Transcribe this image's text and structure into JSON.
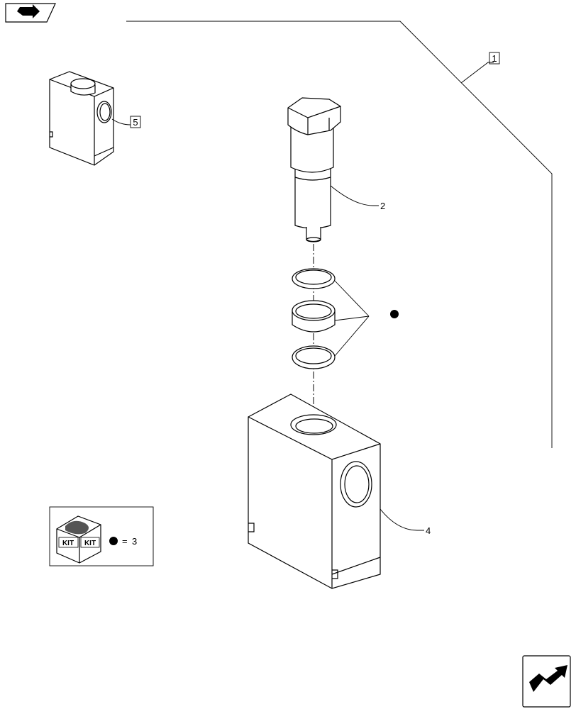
{
  "callouts": {
    "c1": "1",
    "c2": "2",
    "c4": "4",
    "c5": "5"
  },
  "legend": {
    "kit_label_left": "KIT",
    "kit_label_right": "KIT",
    "equals": "=",
    "kit_ref": "3"
  },
  "icons": {
    "top_left": "page-previous-icon",
    "bottom_right": "page-next-icon"
  }
}
